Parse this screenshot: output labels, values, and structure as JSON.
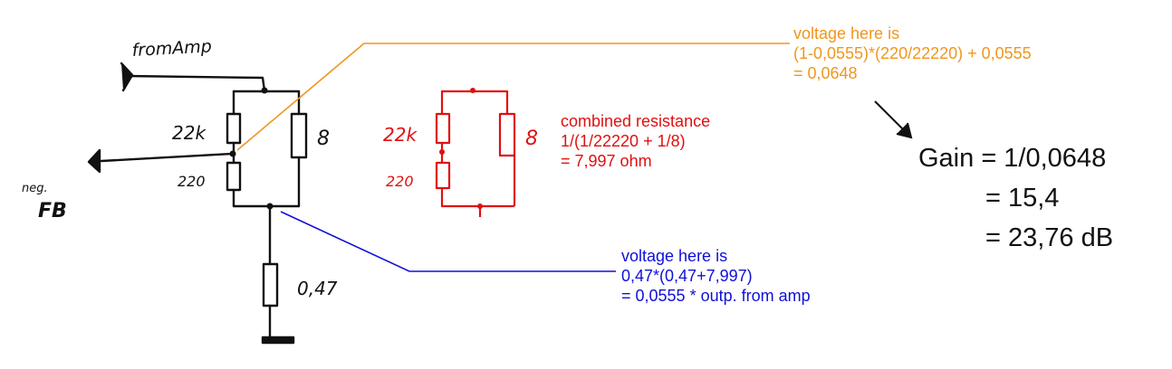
{
  "colors": {
    "ink": "#111111",
    "orange": "#f0961e",
    "red": "#e01010",
    "blue": "#1010d8"
  },
  "labels": {
    "from_amp": "fromAmp",
    "neg": "neg.",
    "fb": "FB",
    "r_22k": "22k",
    "r_220": "220",
    "r_8": "8",
    "r_047": "0,47",
    "red_22k": "22k",
    "red_220": "220",
    "red_8": "8"
  },
  "orange_note": {
    "line1": "voltage here is",
    "line2": "(1-0,0555)*(220/22220) + 0,0555",
    "line3": "= 0,0648"
  },
  "red_note": {
    "line1": "combined resistance",
    "line2": "1/(1/22220 + 1/8)",
    "line3": "= 7,997 ohm"
  },
  "blue_note": {
    "line1": "voltage here is",
    "line2": "0,47*(0,47+7,997)",
    "line3": "= 0,0555 * outp. from amp"
  },
  "gain": {
    "line1": "Gain = 1/0,0648",
    "line2": "= 15,4",
    "line3": "= 23,76 dB"
  }
}
